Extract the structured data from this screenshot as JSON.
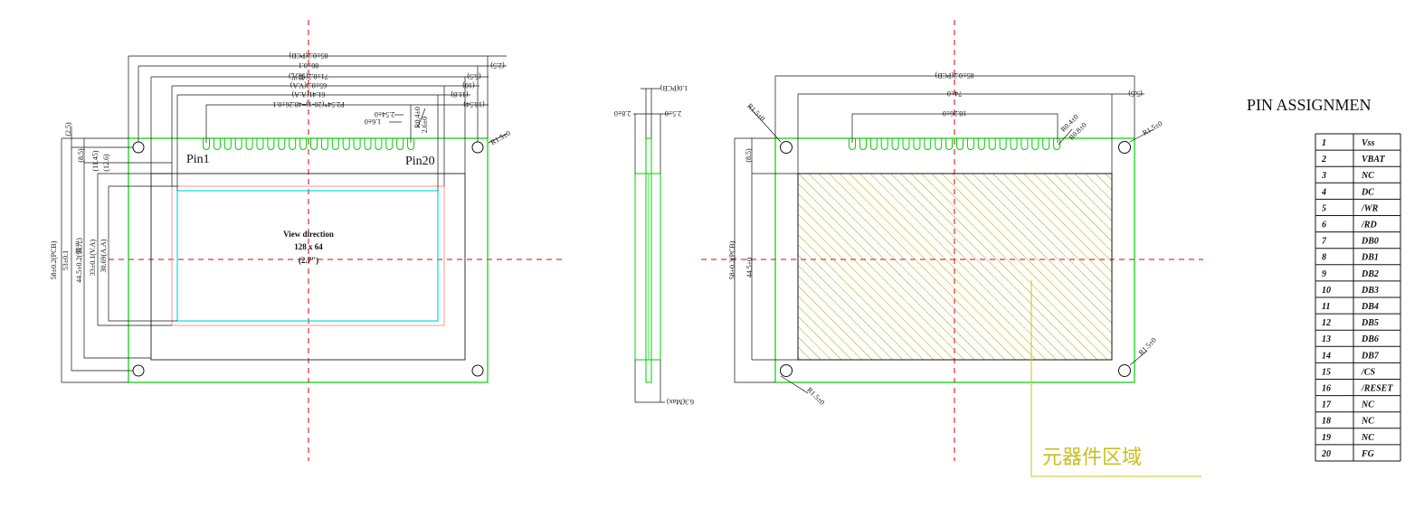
{
  "colors": {
    "outline": "#00d000",
    "center": "#e00000",
    "active": "#00e0e0",
    "glass": "#ff9090",
    "hatch": "#b0a000",
    "cnlabel": "#c8c020",
    "ink": "#111111"
  },
  "front": {
    "pin_first": "Pin1",
    "pin_last": "Pin20",
    "view1": "View direction",
    "view2": "128 x 64",
    "view3": "(2.7\")",
    "top_dims": [
      "85±0.2(PCB)",
      "80±0.1",
      "71±0.2(偏光)",
      "65±0.3(V.A)",
      "61.41(A.A)",
      "P2.54*(20-1)=48.26±0.1",
      "(2.5)",
      "(5.5)",
      "(10)",
      "(11.8)",
      "(18.54)",
      "R0.4±0",
      "2.6±0",
      "2.54±0",
      "1.6±0",
      "R1.5±0"
    ],
    "left_dims": [
      "58±0.2(PCB)",
      "53±0.1",
      "44.5±0.2(偏光)",
      "33±0.1(V.A)",
      "30.69(A.A)",
      "(2.5)",
      "(8.5)",
      "(11.45)",
      "(12.6)"
    ]
  },
  "side": {
    "dims": [
      "1.0(PCB)",
      "2.5±0",
      "2.8±0",
      "6.3(Max)"
    ]
  },
  "back": {
    "dims": [
      "85±0.2(PCB)",
      "74±0",
      "18.26±0",
      "(5.5)",
      "R0.4±0",
      "R0.8±0",
      "R1.5±0",
      "R1.5±0",
      "R1.5±0",
      "R1.5±0",
      "(8.5)",
      "58±0.2(PCB)",
      "44.5±0"
    ],
    "component_area": "元器件区域"
  },
  "pin_table": {
    "title": "PIN ASSIGNMEN",
    "rows": [
      [
        "1",
        "Vss"
      ],
      [
        "2",
        "VBAT"
      ],
      [
        "3",
        "NC"
      ],
      [
        "4",
        "DC"
      ],
      [
        "5",
        "/WR"
      ],
      [
        "6",
        "/RD"
      ],
      [
        "7",
        "DB0"
      ],
      [
        "8",
        "DB1"
      ],
      [
        "9",
        "DB2"
      ],
      [
        "10",
        "DB3"
      ],
      [
        "11",
        "DB4"
      ],
      [
        "12",
        "DB5"
      ],
      [
        "13",
        "DB6"
      ],
      [
        "14",
        "DB7"
      ],
      [
        "15",
        "/CS"
      ],
      [
        "16",
        "/RESET"
      ],
      [
        "17",
        "NC"
      ],
      [
        "18",
        "NC"
      ],
      [
        "19",
        "NC"
      ],
      [
        "20",
        "FG"
      ]
    ]
  }
}
